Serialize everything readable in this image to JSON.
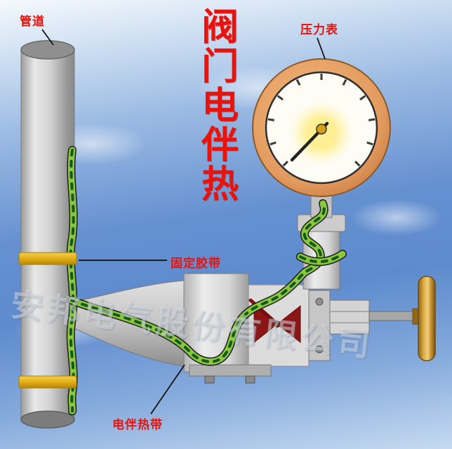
{
  "page": {
    "title_vertical": "阀门电伴热",
    "watermark": "安邦电气股份有限公司"
  },
  "labels": {
    "pipe": "管道",
    "pressure_gauge": "压力表",
    "fixing_tape": "固定胶带",
    "heat_tracing_cable": "电伴热带"
  },
  "colors": {
    "label_red": "#ea130c",
    "title_red": "#ea130c",
    "cable_green": "#8cc63e",
    "cable_dash_green": "#0f5a1e",
    "tape_gold": "#e6b400",
    "gauge_rim_copper": "#dd9a5a",
    "gauge_glow_yellow": "#ffec80",
    "valve_symbol_red": "#8c1616",
    "handle_brass": "#d9a93c",
    "background_blue": "#5e8bce",
    "pipe_gray": "#d0d0d0"
  }
}
